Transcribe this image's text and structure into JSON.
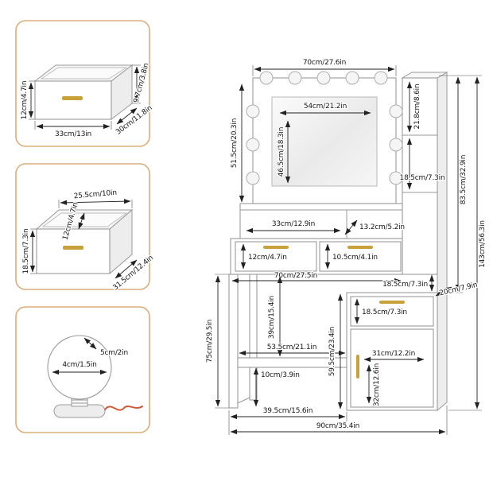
{
  "colors": {
    "inset_border": "#dcae7a",
    "handle_gold": "#c9a13b",
    "wire": "#d05a38",
    "dimension_line": "#222222",
    "furniture_line": "#9a9a9a"
  },
  "insets": {
    "top_drawer": {
      "back_height": "9.7cm/3.8in",
      "front_height": "12cm/4.7in",
      "width": "33cm/13in",
      "depth": "30cm/11.8in"
    },
    "middle_drawer": {
      "top_width": "25.5cm/10in",
      "inner_depth": "12cm/4.7in",
      "front_height": "18.5cm/7.3in",
      "depth": "31.5cm/12.4in"
    },
    "bulb": {
      "diameter": "5cm/2in",
      "glass_width": "4cm/1.5in"
    }
  },
  "vanity": {
    "mirror_top_width": "70cm/27.6in",
    "tower_top_shelf_height": "21.8cm/8.6in",
    "mirror_glass_width": "54cm/21.2in",
    "mirror_glass_height": "46.5cm/18.3in",
    "mirror_panel_height": "51.5cm/20.3in",
    "tower_shelf_height": "18.5cm/7.3in",
    "upper_section_height": "83.5cm/32.9in",
    "total_height": "143cm/56.3in",
    "tabletop_shelf_width": "33cm/12.9in",
    "tabletop_shelf_depth": "13.2cm/5.2in",
    "left_drawer_height": "12cm/4.7in",
    "right_drawer_height": "10.5cm/4.1in",
    "desktop_width": "70cm/27.5in",
    "cabinet_gap_height": "18.5cm/7.3in",
    "cabinet_top_depth": "20cm/7.9in",
    "leg_height": "75cm/29.5in",
    "knee_space_height": "39cm/15.4in",
    "cabinet_height": "59.5cm/23.4in",
    "cabinet_drawer_height": "18.5cm/7.3in",
    "footrest_width": "53.5cm/21.1in",
    "cabinet_door_width": "31cm/12.2in",
    "footrest_ground_clearance": "10cm/3.9in",
    "cabinet_door_height": "32cm/12.6in",
    "knee_space_width": "39.5cm/15.6in",
    "total_width": "90cm/35.4in"
  }
}
